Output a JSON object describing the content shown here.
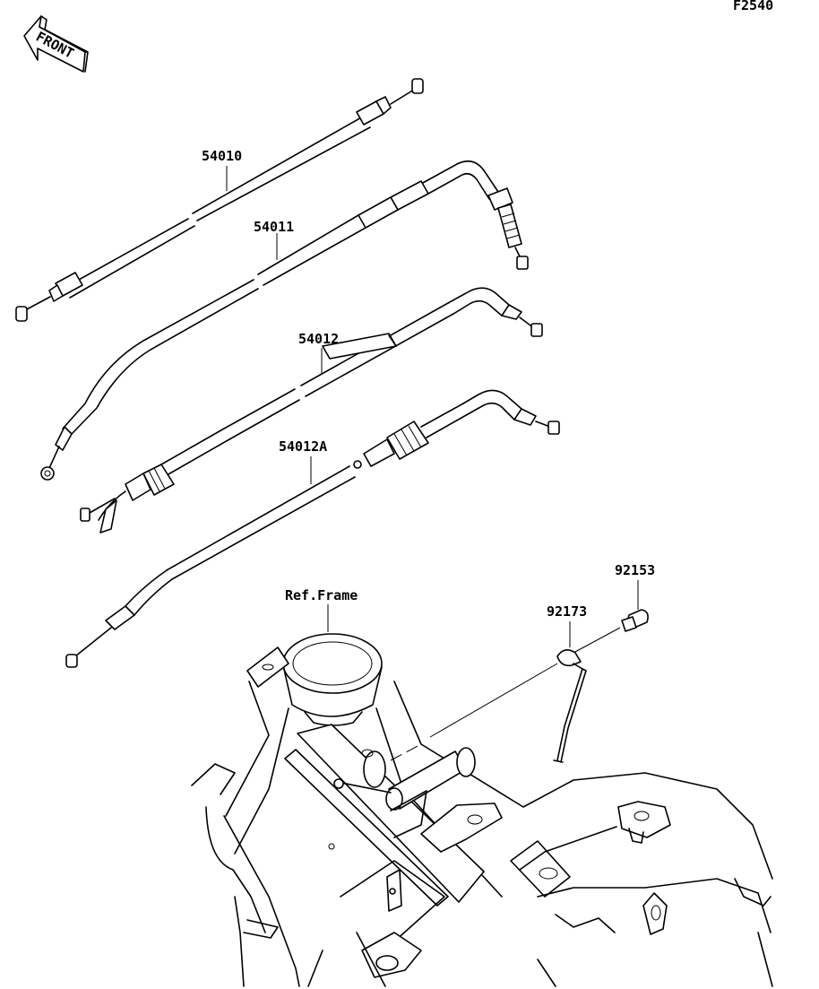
{
  "figure_code": "F2540",
  "front_label": "FRONT",
  "parts": {
    "p54010": "54010",
    "p54011": "54011",
    "p54012": "54012",
    "p54012A": "54012A",
    "p92153": "92153",
    "p92173": "92173"
  },
  "ref_frame": "Ref.Frame"
}
